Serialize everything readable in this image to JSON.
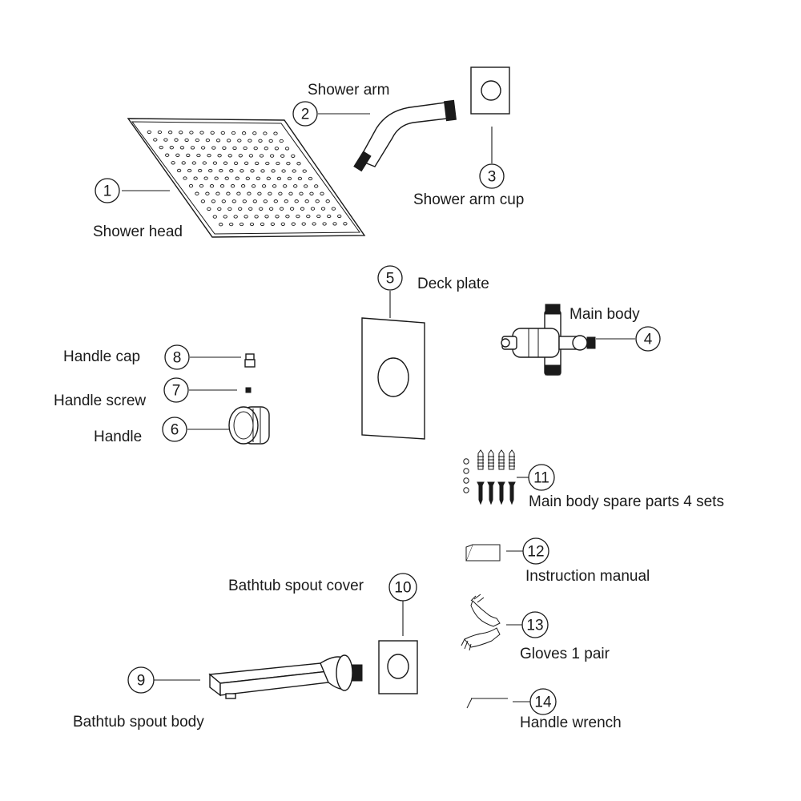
{
  "parts": [
    {
      "id": "shower-head",
      "number": "1",
      "label": "Shower head"
    },
    {
      "id": "shower-arm",
      "number": "2",
      "label": "Shower arm"
    },
    {
      "id": "shower-arm-cup",
      "number": "3",
      "label": "Shower arm cup"
    },
    {
      "id": "main-body",
      "number": "4",
      "label": "Main body"
    },
    {
      "id": "deck-plate",
      "number": "5",
      "label": "Deck plate"
    },
    {
      "id": "handle",
      "number": "6",
      "label": "Handle"
    },
    {
      "id": "handle-screw",
      "number": "7",
      "label": "Handle screw"
    },
    {
      "id": "handle-cap",
      "number": "8",
      "label": "Handle cap"
    },
    {
      "id": "bathtub-spout-body",
      "number": "9",
      "label": "Bathtub spout body"
    },
    {
      "id": "bathtub-spout-cover",
      "number": "10",
      "label": "Bathtub spout cover"
    },
    {
      "id": "main-body-spare-parts",
      "number": "11",
      "label": "Main body spare parts 4 sets"
    },
    {
      "id": "instruction-manual",
      "number": "12",
      "label": "Instruction manual"
    },
    {
      "id": "gloves",
      "number": "13",
      "label": "Gloves 1 pair"
    },
    {
      "id": "handle-wrench",
      "number": "14",
      "label": "Handle wrench"
    }
  ]
}
